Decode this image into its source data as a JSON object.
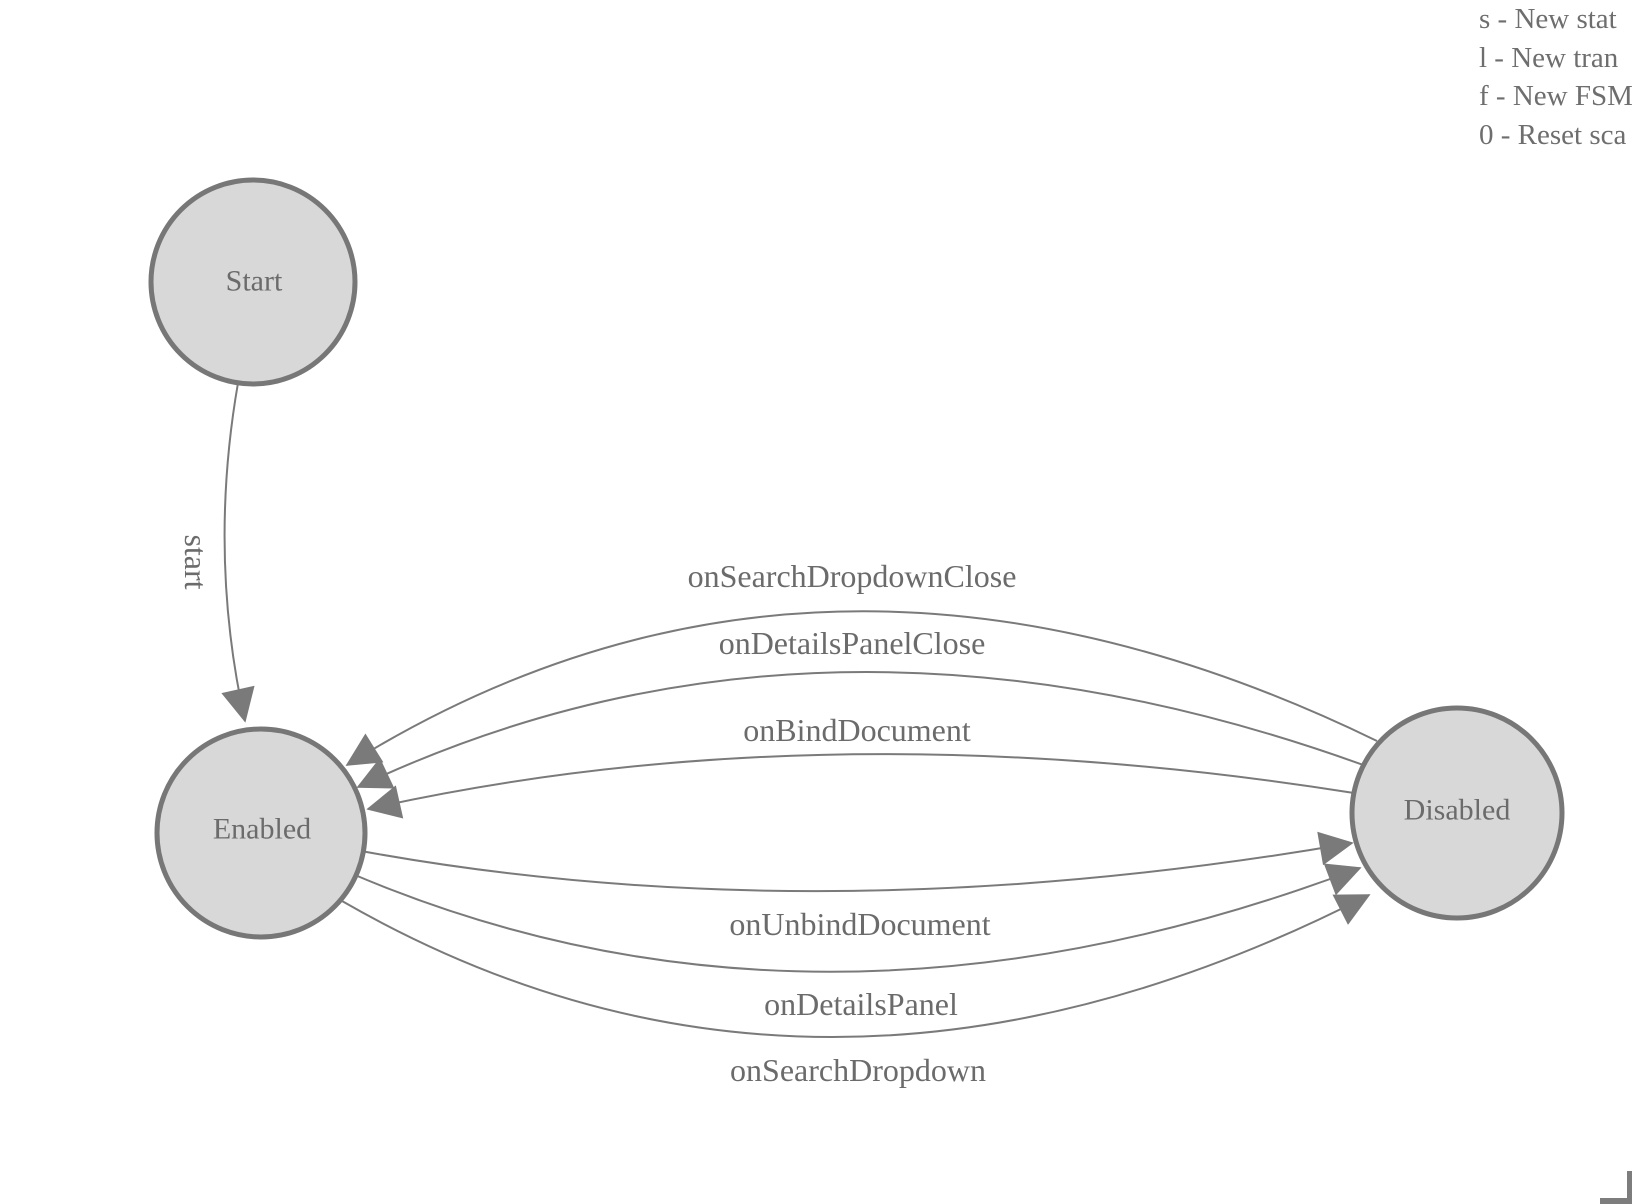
{
  "legend": {
    "items": [
      {
        "text": "s - New stat"
      },
      {
        "text": "l - New tran"
      },
      {
        "text": "f - New FSM"
      },
      {
        "text": "0 - Reset sca"
      }
    ]
  },
  "diagram": {
    "states": [
      {
        "id": "start",
        "label": "Start"
      },
      {
        "id": "enabled",
        "label": "Enabled"
      },
      {
        "id": "disabled",
        "label": "Disabled"
      }
    ],
    "transitions": [
      {
        "label": "start",
        "from": "Start",
        "to": "Enabled"
      },
      {
        "label": "onSearchDropdownClose",
        "from": "Disabled",
        "to": "Enabled"
      },
      {
        "label": "onDetailsPanelClose",
        "from": "Disabled",
        "to": "Enabled"
      },
      {
        "label": "onBindDocument",
        "from": "Disabled",
        "to": "Enabled"
      },
      {
        "label": "onUnbindDocument",
        "from": "Enabled",
        "to": "Disabled"
      },
      {
        "label": "onDetailsPanel",
        "from": "Enabled",
        "to": "Disabled"
      },
      {
        "label": "onSearchDropdown",
        "from": "Enabled",
        "to": "Disabled"
      }
    ]
  },
  "colors": {
    "background": "#ffffff",
    "node_fill": "#d8d8d8",
    "node_stroke": "#777777",
    "edge_line": "#7a7a7a",
    "text": "#6b6b6b",
    "legend_text": "#6e6e6e"
  }
}
